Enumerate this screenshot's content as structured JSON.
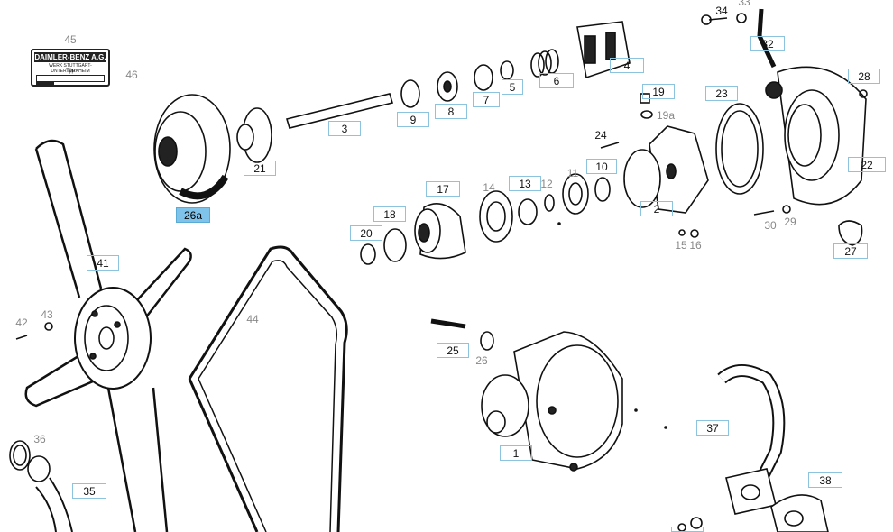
{
  "nameplate": {
    "brand": "DAIMLER-BENZ A.G.",
    "line1": "WERK STUTTGART-UNTERTÜRKHEIM",
    "line2": "Typ"
  },
  "part_labels": [
    {
      "id": "45",
      "text": "45"
    },
    {
      "id": "46",
      "text": "46"
    },
    {
      "id": "3",
      "text": "3"
    },
    {
      "id": "9",
      "text": "9"
    },
    {
      "id": "8",
      "text": "8"
    },
    {
      "id": "7",
      "text": "7"
    },
    {
      "id": "5",
      "text": "5"
    },
    {
      "id": "6",
      "text": "6"
    },
    {
      "id": "4",
      "text": "4"
    },
    {
      "id": "34",
      "text": "34"
    },
    {
      "id": "33",
      "text": "33"
    },
    {
      "id": "32",
      "text": "32"
    },
    {
      "id": "19",
      "text": "19"
    },
    {
      "id": "19a",
      "text": "19a"
    },
    {
      "id": "23",
      "text": "23"
    },
    {
      "id": "28",
      "text": "28"
    },
    {
      "id": "22",
      "text": "22"
    },
    {
      "id": "24",
      "text": "24"
    },
    {
      "id": "10",
      "text": "10"
    },
    {
      "id": "11",
      "text": "11"
    },
    {
      "id": "12",
      "text": "12"
    },
    {
      "id": "13",
      "text": "13"
    },
    {
      "id": "14",
      "text": "14"
    },
    {
      "id": "17",
      "text": "17"
    },
    {
      "id": "18",
      "text": "18"
    },
    {
      "id": "20",
      "text": "20"
    },
    {
      "id": "21",
      "text": "21"
    },
    {
      "id": "26a",
      "text": "26a"
    },
    {
      "id": "2",
      "text": "2"
    },
    {
      "id": "15",
      "text": "15"
    },
    {
      "id": "16",
      "text": "16"
    },
    {
      "id": "30",
      "text": "30"
    },
    {
      "id": "29",
      "text": "29"
    },
    {
      "id": "27",
      "text": "27"
    },
    {
      "id": "41",
      "text": "41"
    },
    {
      "id": "42",
      "text": "42"
    },
    {
      "id": "43",
      "text": "43"
    },
    {
      "id": "44",
      "text": "44"
    },
    {
      "id": "25",
      "text": "25"
    },
    {
      "id": "26",
      "text": "26"
    },
    {
      "id": "1",
      "text": "1"
    },
    {
      "id": "37",
      "text": "37"
    },
    {
      "id": "38",
      "text": "38"
    },
    {
      "id": "36",
      "text": "36"
    },
    {
      "id": "35",
      "text": "35"
    }
  ],
  "selected_label": "26a",
  "colors": {
    "highlight": "#7fc3ea",
    "box_border": "#8cc3df",
    "ink": "#111111",
    "gray_label": "#888888"
  }
}
